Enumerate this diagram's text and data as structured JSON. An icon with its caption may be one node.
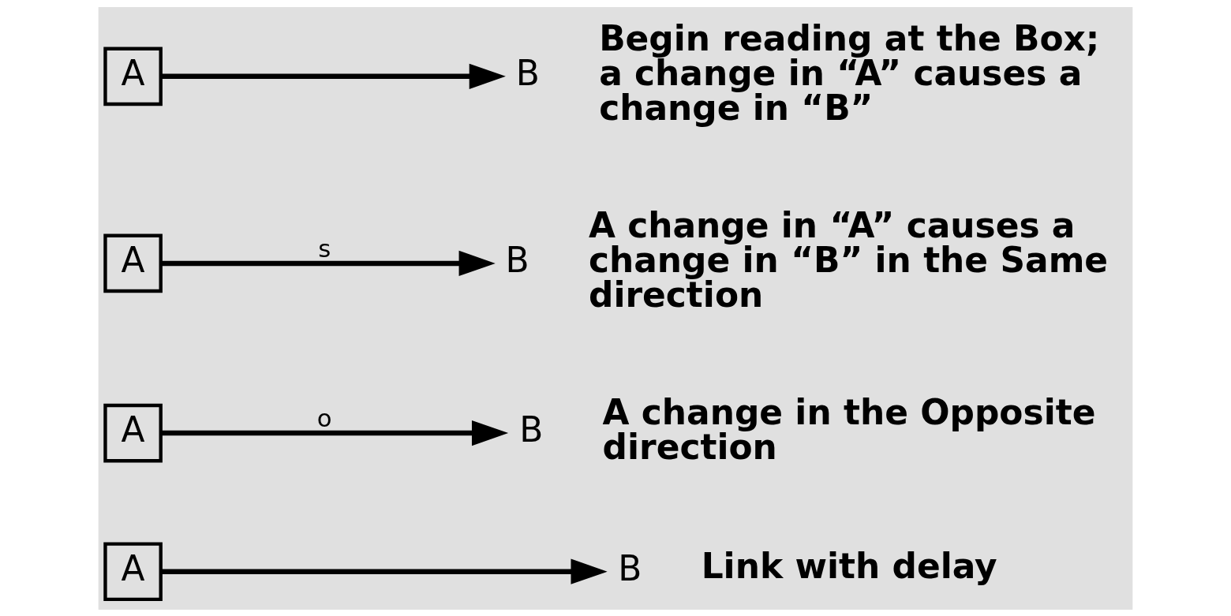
{
  "diagram": {
    "nodes": [
      {
        "text": [
          "A"
        ]
      },
      {
        "text": [
          "B"
        ],
        "beside": [
          "Begin reading at the Box; a change in “A” causes a change in “B”"
        ]
      },
      {
        "text": [
          "A"
        ]
      },
      {
        "text": [
          "B"
        ],
        "beside": [
          "A change in “A” causes a change in “B” in the Same direction"
        ]
      },
      {
        "text": [
          "A"
        ]
      },
      {
        "text": [
          "B"
        ],
        "beside": [
          "A change in the Opposite direction"
        ]
      },
      {
        "text": [
          "A"
        ]
      },
      {
        "text": [
          "B"
        ],
        "beside": [
          "Link with delay"
        ]
      }
    ],
    "edges": [
      {
        "from": 0,
        "to": 1,
        "arrow": "to"
      },
      {
        "from": 2,
        "to": 3,
        "arrow": "to",
        "label": "s"
      },
      {
        "from": 4,
        "to": 5,
        "arrow": "to",
        "label": "o"
      },
      {
        "from": 6,
        "to": 7,
        "arrow": "to"
      }
    ]
  }
}
